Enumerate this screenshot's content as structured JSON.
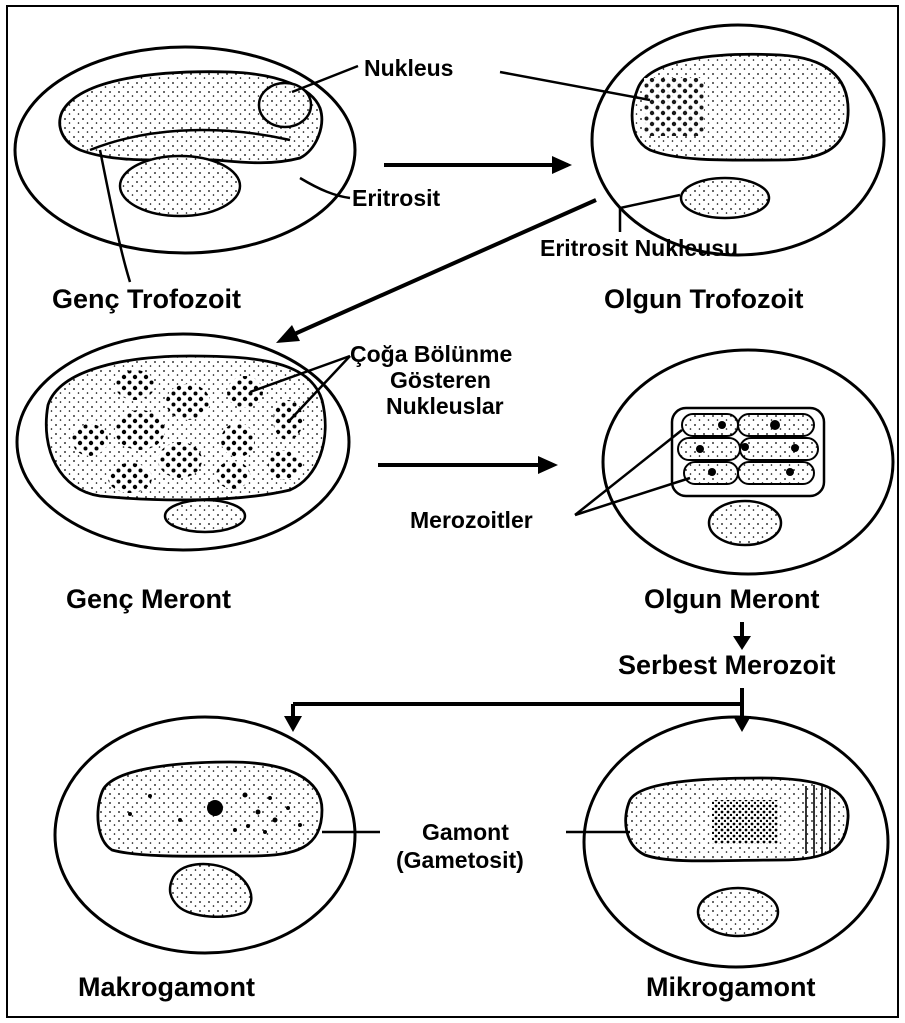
{
  "labels": {
    "nucleus": "Nukleus",
    "erythrocyte": "Eritrosit",
    "erythrocyte_nucleus": "Eritrosit Nukleusu",
    "young_trophozoite": "Genç Trofozoit",
    "mature_trophozoite": "Olgun Trofozoit",
    "dividing_nuclei_1": "Çoğa Bölünme",
    "dividing_nuclei_2": "Gösteren",
    "dividing_nuclei_3": "Nukleuslar",
    "merozoites": "Merozoitler",
    "young_meront": "Genç Meront",
    "mature_meront": "Olgun Meront",
    "free_merozoite": "Serbest Merozoit",
    "gamont_1": "Gamont",
    "gamont_2": "(Gametosit)",
    "macrogamont": "Makrogamont",
    "microgamont": "Mikrogamont"
  }
}
